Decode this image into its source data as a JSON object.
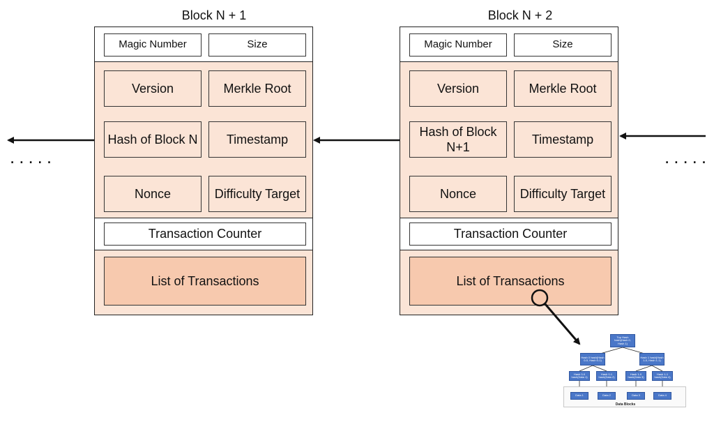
{
  "blocks": [
    {
      "title": "Block N + 1",
      "magic_number": "Magic Number",
      "size": "Size",
      "version": "Version",
      "merkle_root": "Merkle Root",
      "prev_hash": "Hash of Block N",
      "timestamp": "Timestamp",
      "nonce": "Nonce",
      "difficulty": "Difficulty Target",
      "tx_counter": "Transaction Counter",
      "tx_list": "List of Transactions"
    },
    {
      "title": "Block N + 2",
      "magic_number": "Magic Number",
      "size": "Size",
      "version": "Version",
      "merkle_root": "Merkle Root",
      "prev_hash": "Hash of Block N+1",
      "timestamp": "Timestamp",
      "nonce": "Nonce",
      "difficulty": "Difficulty Target",
      "tx_counter": "Transaction Counter",
      "tx_list": "List of Transactions"
    }
  ],
  "ellipsis_left": ".....",
  "ellipsis_right": ".....",
  "merkle_tree": {
    "root": "Top Hash hash(Hash 0, Hash 1)",
    "level1": [
      "Hash 0 hash(Hash 0-0, Hash 0-1)",
      "Hash 1 hash(Hash 1-0, Hash 1-1)"
    ],
    "level2": [
      "Hash 0-0 hash(Data 1)",
      "Hash 0-1 hash(Data 2)",
      "Hash 1-0 hash(Data 3)",
      "Hash 1-1 hash(Data 4)"
    ],
    "data": [
      "Data 1",
      "Data 2",
      "Data 3",
      "Data 4"
    ],
    "caption": "Data Blocks"
  },
  "colors": {
    "field_fill": "#fbe4d6",
    "list_fill": "#f7c9ae",
    "node_fill": "#4a77c8"
  }
}
